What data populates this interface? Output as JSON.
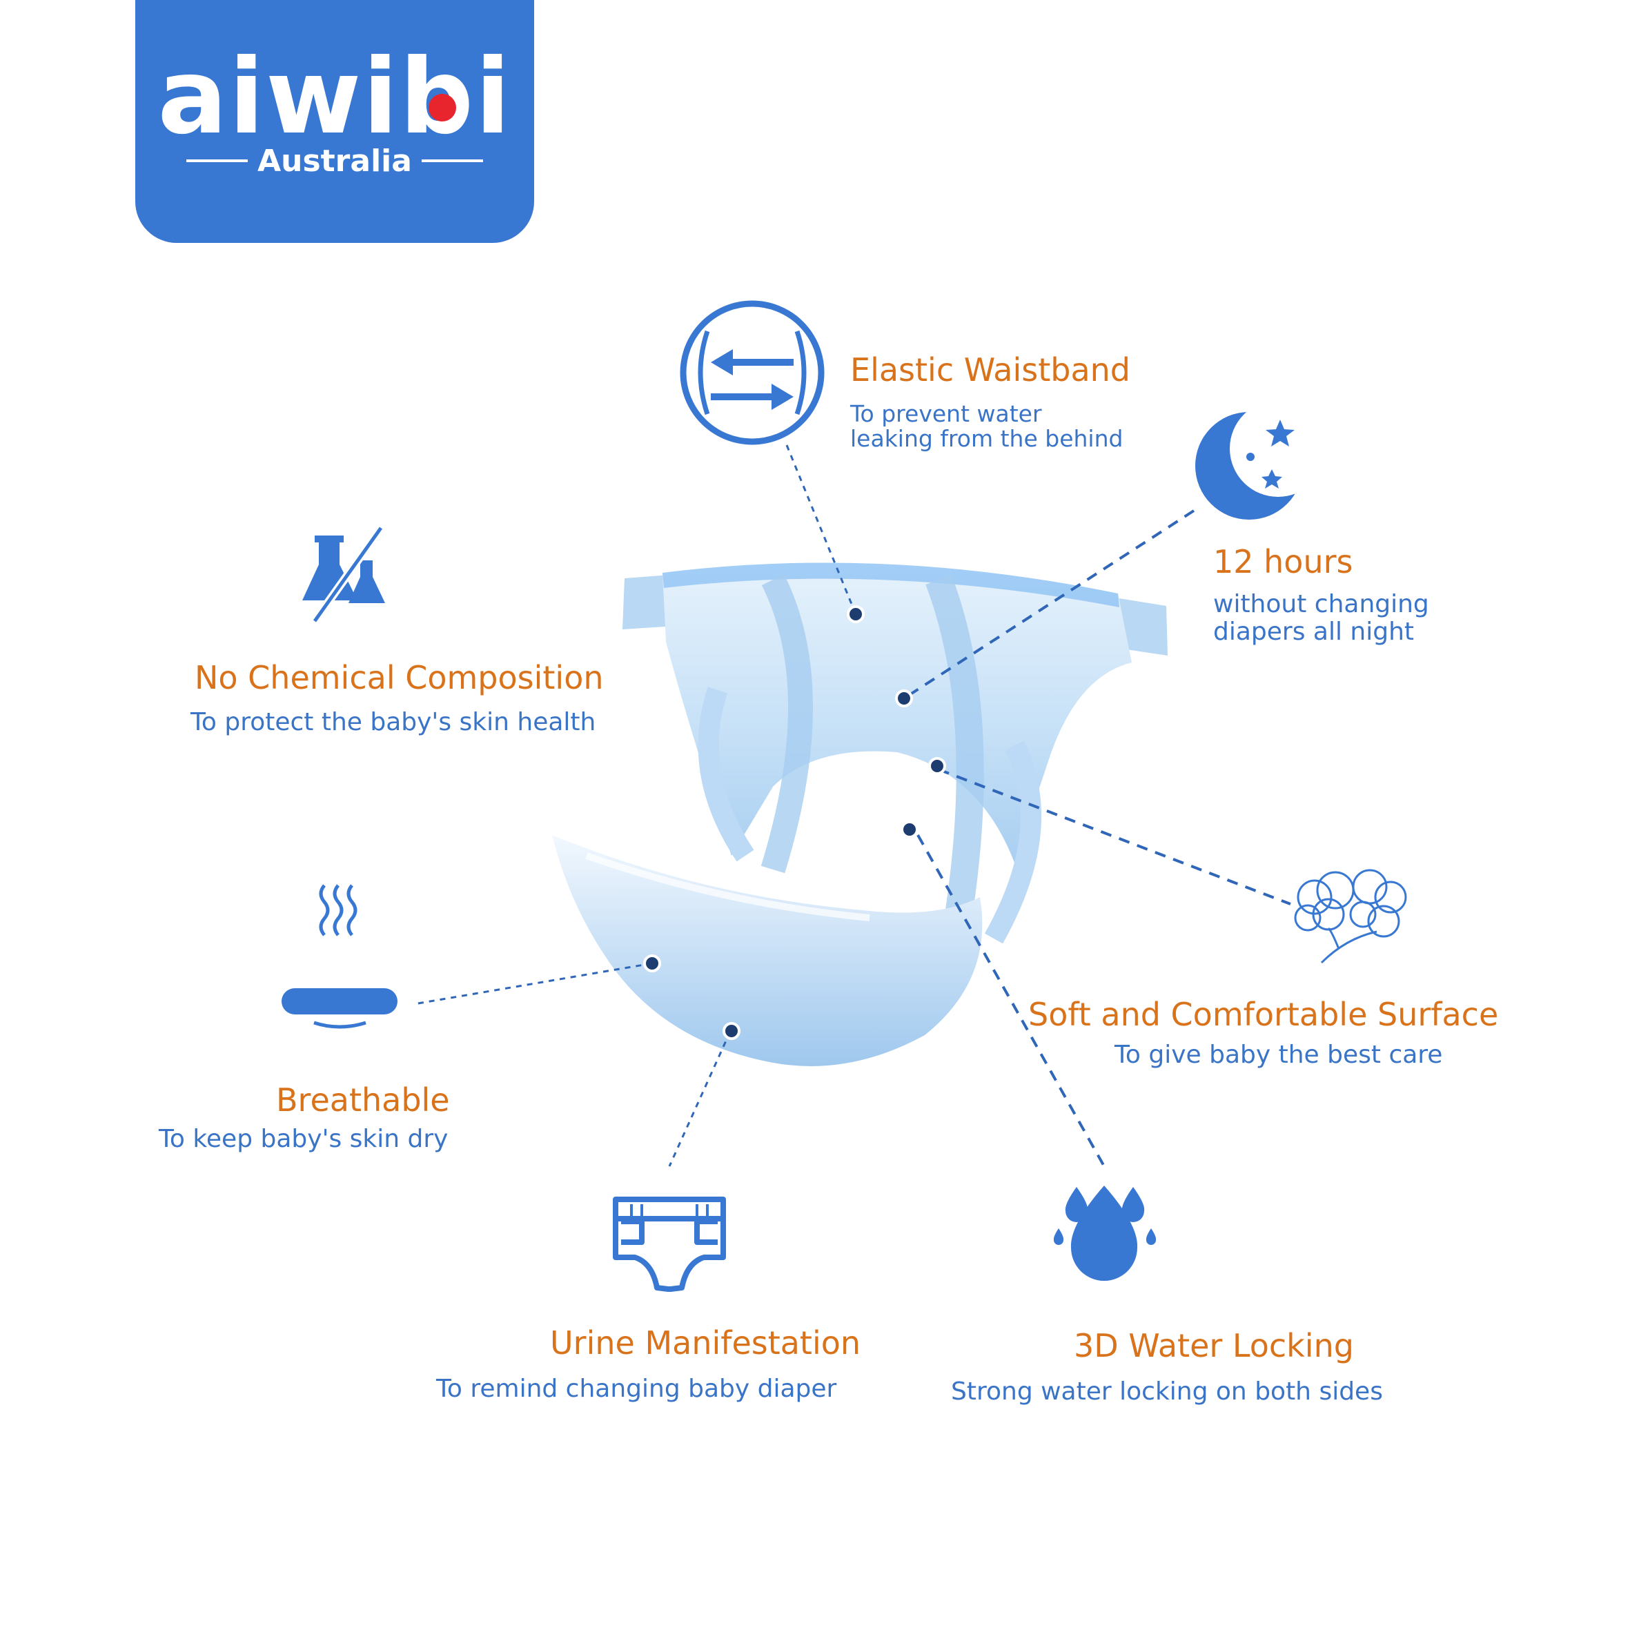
{
  "brand": {
    "name": "aiwibi",
    "region": "Australia",
    "color": "#3878d2",
    "accent": "#e8242c"
  },
  "colors": {
    "title": "#d9731b",
    "description": "#3a74c7",
    "icon": "#3878d2",
    "leader": "#2f66b8"
  },
  "features": {
    "elastic_waistband": {
      "title": "Elastic Waistband",
      "desc_line1": "To prevent water",
      "desc_line2": "leaking from the behind",
      "icon": "arrows-exchange-icon"
    },
    "twelve_hours": {
      "title": "12 hours",
      "desc_line1": "without changing",
      "desc_line2": "diapers all night",
      "icon": "moon-stars-icon"
    },
    "no_chemical": {
      "title": "No Chemical Composition",
      "desc": "To protect the baby's skin health",
      "icon": "no-chemical-flask-icon"
    },
    "soft_surface": {
      "title": "Soft and Comfortable Surface",
      "desc": "To give baby the best care",
      "icon": "cotton-icon"
    },
    "breathable": {
      "title": "Breathable",
      "desc": "To keep baby's skin dry",
      "icon": "breathable-heat-icon"
    },
    "urine_manifestation": {
      "title": "Urine Manifestation",
      "desc": "To remind changing baby diaper",
      "icon": "diaper-icon"
    },
    "water_locking": {
      "title": "3D Water Locking",
      "desc": "Strong water locking on both sides",
      "icon": "water-drops-icon"
    }
  }
}
